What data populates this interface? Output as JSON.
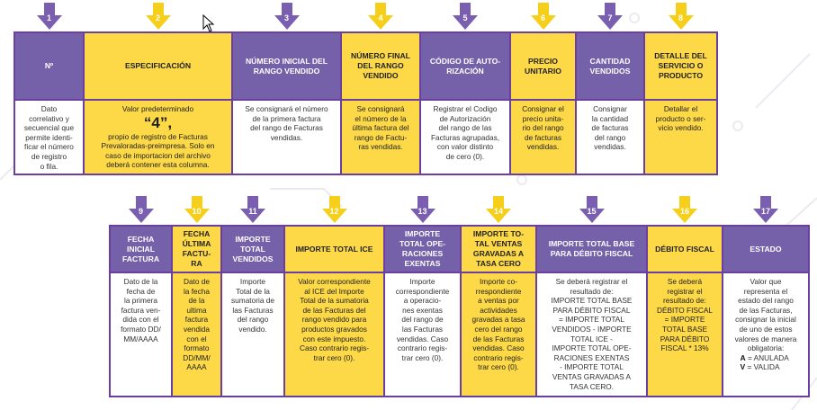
{
  "colors": {
    "purple": "#7560aa",
    "yellow": "#fdd947",
    "arrow_purple": "#7a5fb0",
    "arrow_yellow": "#f5cf1a",
    "border": "#6b3fa0"
  },
  "columns": [
    {
      "num": "1",
      "header": "Nº",
      "theme": "purple",
      "body": "Dato\ncorrelativo y\nsecuencial que\npermite identi-\nficar el número\nde registro\no fila."
    },
    {
      "num": "2",
      "header": "ESPECIFICACIÓN",
      "theme": "yellow",
      "body_before": "Valor predeterminado",
      "body_big": "“4”,",
      "body": "propio de registro de Facturas\nPrevaloradas-preimpresa. Solo en\ncaso de importacion del archivo\ndeberá contener esta columna."
    },
    {
      "num": "3",
      "header": "NÚMERO INICIAL DEL\nRANGO VENDIDO",
      "theme": "purple",
      "body": "Se consignará el número\nde la primera factura\ndel rango de Facturas\nvendidas."
    },
    {
      "num": "4",
      "header": "NÚMERO FINAL\nDEL RANGO\nVENDIDO",
      "theme": "yellow",
      "body": "Se consignará\nel número de la\núltima factura del\nrango de Factu-\nras vendidas."
    },
    {
      "num": "5",
      "header": "CÓDIGO DE AUTO-\nRIZACIÓN",
      "theme": "purple",
      "body": "Registrar el Codigo\nde Autorización\ndel rango de las\nFacturas agrupadas,\ncon valor distinto\nde cero (0)."
    },
    {
      "num": "6",
      "header": "PRECIO\nUNITARIO",
      "theme": "yellow",
      "body": "Consignar el\nprecio unita-\nrio del rango\nde facturas\nvendidas."
    },
    {
      "num": "7",
      "header": "CANTIDAD\nVENDIDOS",
      "theme": "purple",
      "body": "Consignar\nla cantidad\nde facturas\ndel rango\nvendidas."
    },
    {
      "num": "8",
      "header": "DETALLE DEL\nSERVICIO O\nPRODUCTO",
      "theme": "yellow",
      "body": "Detallar el\nproducto o ser-\nvicio vendido."
    },
    {
      "num": "9",
      "header": "FECHA\nINICIAL\nFACTURA",
      "theme": "purple",
      "body": "Dato de la\nfecha de\nla primera\nfactura ven-\ndida con el\nformato DD/\nMM/AAAA"
    },
    {
      "num": "10",
      "header": "FECHA\nÚLTIMA\nFACTU-\nRA",
      "theme": "yellow",
      "body": "Dato de\nla fecha\nde la\nultima\nfactura\nvendida\ncon el\nformato\nDD/MM/\nAAAA"
    },
    {
      "num": "11",
      "header": "IMPORTE\nTOTAL\nVENDIDOS",
      "theme": "purple",
      "body": "Importe\nTotal de la\nsumatoria de\nlas Facturas\ndel rango\nvendido."
    },
    {
      "num": "12",
      "header": "IMPORTE TOTAL ICE",
      "theme": "yellow",
      "body": "Valor correspondiente\nal ICE del Importe\nTotal de la sumatoria\nde las Facturas del\nrango vendido para\nproductos gravados\ncon este impuesto.\nCaso contrario regis-\ntrar cero (0)."
    },
    {
      "num": "13",
      "header": "IMPORTE\nTOTAL OPE-\nRACIONES\nEXENTAS",
      "theme": "purple",
      "body": "Importe\ncorrespondiente\na operacio-\nnes exentas\ndel rango de\nlas Facturas\nvendidas. Caso\ncontrario regis-\ntrar cero (0)."
    },
    {
      "num": "14",
      "header": "IMPORTE TO-\nTAL VENTAS\nGRAVADAS A\nTASA CERO",
      "theme": "yellow",
      "body": "Importe co-\nrrespondiente\na ventas por\nactividades\ngravadas a tasa\ncero del rango\nde las Facturas\nvendidas. Caso\ncontrario regis-\ntrar cero (0)."
    },
    {
      "num": "15",
      "header": "IMPORTE TOTAL BASE\nPARA DÉBITO FISCAL",
      "theme": "purple",
      "body": "Se deberá registrar el\nresultado de:\nIMPORTE TOTAL BASE\nPARA DÉBITO FISCAL\n= IMPORTE TOTAL\nVENDIDOS - IMPORTE\nTOTAL ICE -\nIMPORTE TOTAL OPE-\nRACIONES EXENTAS\n- IMPORTE TOTAL\nVENTAS GRAVADAS A\nTASA CERO."
    },
    {
      "num": "16",
      "header": "DÉBITO FISCAL",
      "theme": "yellow",
      "body": "Se deberá\nregistrar el\nresultado de:\nDÉBITO FISCAL\n= IMPORTE\nTOTAL BASE\nPARA DÉBITO\nFISCAL * 13%"
    },
    {
      "num": "17",
      "header": "ESTADO",
      "theme": "purple",
      "body": "Valor que\nrepresenta el\nestado del rango\nde las Facturas,\nconsignar la inicial\nde uno de estos\nvalores de manera\nobligatoria:\n ",
      "opt_a_key": "A",
      "opt_a_val": " = ANULADA",
      "opt_v_key": "V",
      "opt_v_val": " = VALIDA"
    }
  ]
}
